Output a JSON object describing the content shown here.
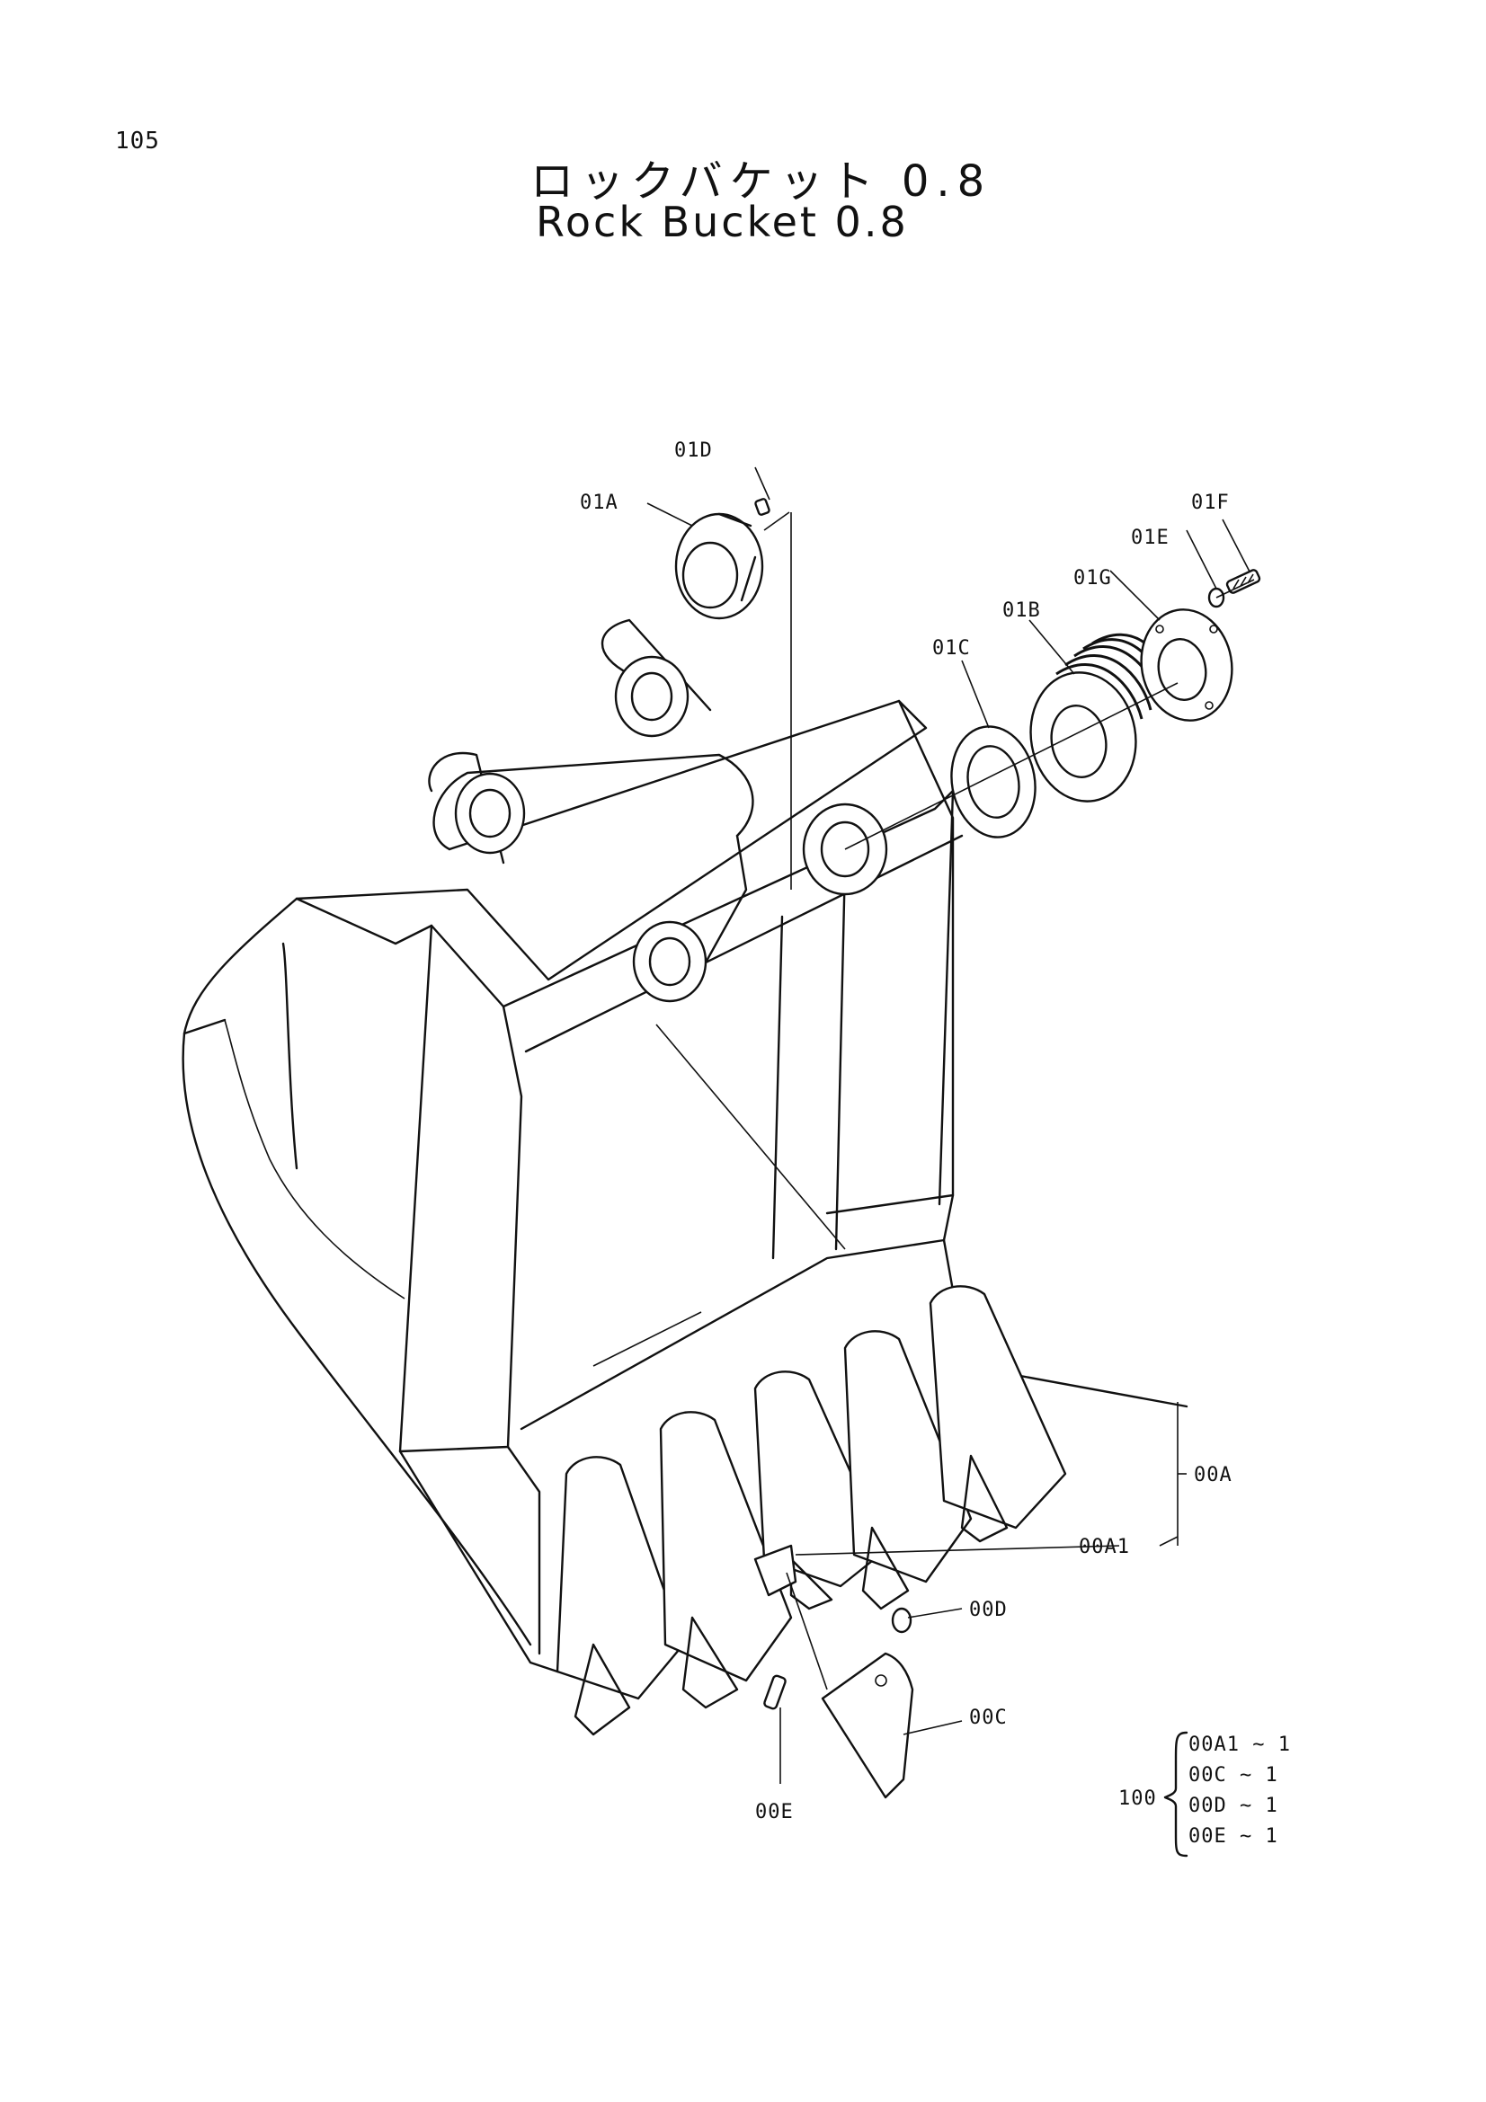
{
  "page_number": "105",
  "title_jp": "ロックバケット 0.8",
  "title_en": "Rock Bucket 0.8",
  "part_labels": {
    "p01D": "01D",
    "p01A": "01A",
    "p01F": "01F",
    "p01E": "01E",
    "p01G": "01G",
    "p01B": "01B",
    "p01C": "01C",
    "p00A": "00A",
    "p00A1": "00A1",
    "p00D": "00D",
    "p00C": "00C",
    "p00E": "00E"
  },
  "kit": {
    "number": "100",
    "items": [
      "00A1 ~ 1",
      "00C ~ 1",
      "00D ~ 1",
      "00E ~ 1"
    ]
  }
}
